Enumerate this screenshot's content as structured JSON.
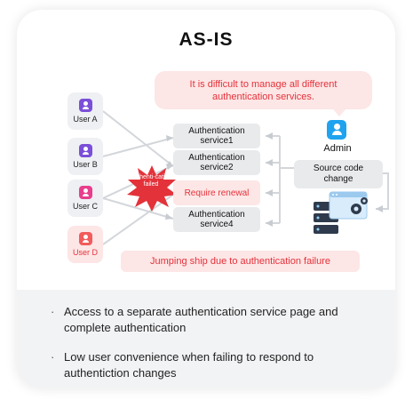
{
  "title": "AS-IS",
  "bubble": "It is difficult to manage all different authentication services.",
  "users": [
    {
      "label": "User A",
      "color": "#7b4fd8"
    },
    {
      "label": "User B",
      "color": "#7b4fd8"
    },
    {
      "label": "User C",
      "color": "#e83e8c"
    },
    {
      "label": "User D",
      "color": "#f25c5c"
    }
  ],
  "services": [
    "Authentication service1",
    "Authentication service2",
    "Require renewal",
    "Authentication service4"
  ],
  "failed_label": "Authenti-cation failed",
  "admin": {
    "label": "Admin",
    "color": "#1fa3ef"
  },
  "source_change": "Source code change",
  "jump_label": "Jumping ship due to authentication failure",
  "bullets": [
    "Access to a separate authentication service page and complete authentication",
    "Low user convenience when failing to respond to authentiction changes"
  ],
  "colors": {
    "accent_red": "#e4323a",
    "pink_bg": "#fde6e6",
    "gray_bg": "#f2f3f5"
  },
  "icons": [
    "user-icon",
    "admin-icon",
    "server-icon",
    "gear-icon",
    "failed-starburst-icon"
  ]
}
